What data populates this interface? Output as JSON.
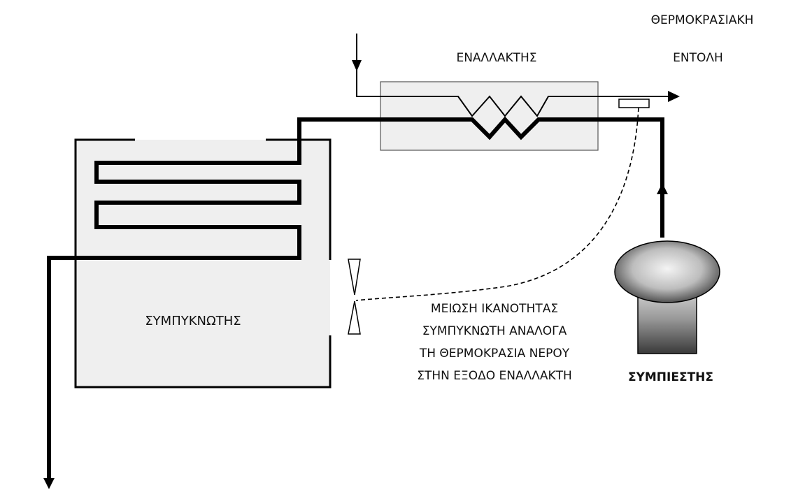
{
  "labels": {
    "exchanger": "ΕΝΑΛΛΑΚΤΗΣ",
    "thermo_command_line1": "ΘΕΡΜΟΚΡΑΣΙΑΚΗ",
    "thermo_command_line2": "ΕΝΤΟΛΗ",
    "condenser": "ΣΥΜΠΥΚΝΩΤΗΣ",
    "compressor": "ΣΥΜΠΙΕΣΤΗΣ",
    "note_line1": "ΜΕΙΩΣΗ ΙΚΑΝΟΤΗΤΑΣ",
    "note_line2": "ΣΥΜΠΥΚΝΩΤΗ ΑΝΑΛΟΓΑ",
    "note_line3": "ΤΗ ΘΕΡΜΟΚΡΑΣΙΑ ΝΕΡΟΥ",
    "note_line4": "ΣΤΗΝ ΕΞΟΔΟ ΕΝΑΛΛΑΚΤΗ"
  },
  "colors": {
    "box_fill": "#efefef",
    "box_stroke": "#444444",
    "pipe": "#000000",
    "compressor_dark": "#444444",
    "compressor_light": "#f2f2f2"
  }
}
